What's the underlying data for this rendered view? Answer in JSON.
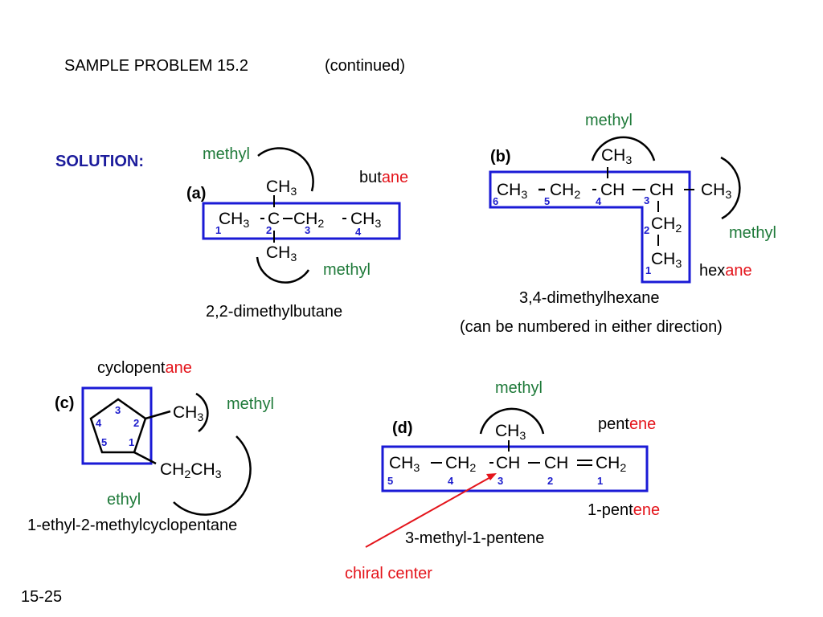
{
  "header": {
    "title": "SAMPLE PROBLEM 15.2",
    "continued": "(continued)"
  },
  "solution_label": "SOLUTION:",
  "page_number": "15-25",
  "colors": {
    "blue_box": "#1a1ad6",
    "green_label": "#1f7a3a",
    "red_text": "#e4141b",
    "blue_number": "#1c1ccc"
  },
  "part_a": {
    "label": "(a)",
    "parent_prefix": "but",
    "parent_suffix": "ane",
    "top_label": "methyl",
    "bottom_label": "methyl",
    "groups": {
      "top_branch": "CH",
      "bottom_branch": "CH",
      "c1": "CH",
      "c2": "C",
      "c3": "CH",
      "c4": "CH"
    },
    "subs": {
      "top_branch": "3",
      "bottom_branch": "3",
      "c1": "3",
      "c3": "2",
      "c4": "3"
    },
    "numbers": [
      "1",
      "2",
      "3",
      "4"
    ],
    "name": "2,2-dimethylbutane"
  },
  "part_b": {
    "label": "(b)",
    "top_label": "methyl",
    "right_label": "methyl",
    "parent_prefix": "hex",
    "parent_suffix": "ane",
    "groups": {
      "c6": "CH",
      "c5": "CH",
      "c4": "CH",
      "c3": "CH",
      "end_right": "CH",
      "top_branch": "CH",
      "c2": "CH",
      "c1": "CH"
    },
    "subs": {
      "c6": "3",
      "c5": "2",
      "end_right": "3",
      "top_branch": "3",
      "c2": "2",
      "c1": "3"
    },
    "numbers": [
      "6",
      "5",
      "4",
      "3",
      "2",
      "1"
    ],
    "name": "3,4-dimethylhexane",
    "note": "(can be numbered in either direction)"
  },
  "part_c": {
    "label": "(c)",
    "parent_prefix": "cyclopent",
    "parent_suffix": "ane",
    "methyl_group": "CH",
    "methyl_sub": "3",
    "methyl_label": "methyl",
    "ethyl_group_1": "CH",
    "ethyl_sub_1": "2",
    "ethyl_group_2": "CH",
    "ethyl_sub_2": "3",
    "ethyl_label": "ethyl",
    "ring_numbers": [
      "1",
      "2",
      "3",
      "4",
      "5"
    ],
    "name": "1-ethyl-2-methylcyclopentane"
  },
  "part_d": {
    "label": "(d)",
    "top_label": "methyl",
    "parent_prefix": "pent",
    "parent_suffix": "ene",
    "groups": {
      "c5": "CH",
      "c4": "CH",
      "c3": "CH",
      "c2": "CH",
      "c1": "CH",
      "top_branch": "CH"
    },
    "subs": {
      "c5": "3",
      "c4": "2",
      "c1": "2",
      "top_branch": "3"
    },
    "numbers": [
      "5",
      "4",
      "3",
      "2",
      "1"
    ],
    "alt_name_prefix": "1-pent",
    "alt_name_suffix": "ene",
    "name": "3-methyl-1-pentene",
    "chiral_label": "chiral center"
  }
}
